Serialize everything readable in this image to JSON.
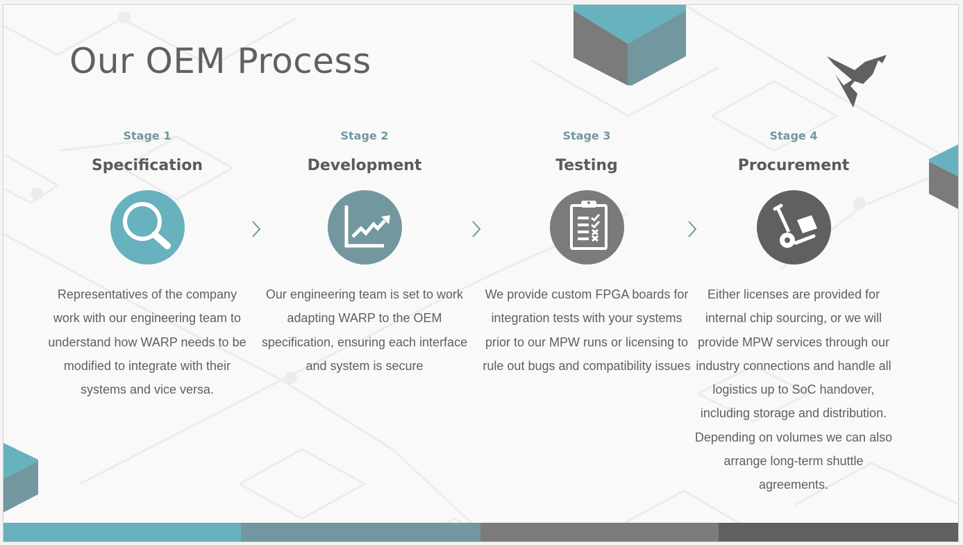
{
  "slide": {
    "title": "Our OEM Process",
    "logo": "dragon-logo-icon"
  },
  "stages": [
    {
      "label": "Stage 1",
      "name": "Specification",
      "icon": "magnifying-glass-icon",
      "color": "#68b1bf",
      "description": "Representatives of the company work with our engineering team to understand how WARP needs to be modified to integrate with their systems and vice versa."
    },
    {
      "label": "Stage 2",
      "name": "Development",
      "icon": "growth-chart-icon",
      "color": "#72979f",
      "description": "Our engineering team is set to work adapting WARP to the OEM specification, ensuring each interface and system is secure"
    },
    {
      "label": "Stage 3",
      "name": "Testing",
      "icon": "clipboard-checklist-icon",
      "color": "#7b7b7b",
      "description": "We provide custom FPGA boards for integration tests with your systems prior to our MPW runs or licensing to rule out bugs and compatibility issues"
    },
    {
      "label": "Stage 4",
      "name": "Procurement",
      "icon": "hand-truck-icon",
      "color": "#606060",
      "description": "Either licenses are provided for internal chip sourcing, or we will provide MPW services through our industry connections and handle all logistics up to SoC handover, including storage and distribution. Depending on volumes we can also arrange long-term shuttle agreements."
    }
  ],
  "arrows": [
    "chevron-right-icon",
    "chevron-right-icon",
    "chevron-right-icon"
  ],
  "colors": {
    "teal": "#68b1bf",
    "slate_teal": "#72979f",
    "gray": "#7b7b7b",
    "dark_gray": "#606060",
    "stage_label": "#72979f",
    "heading": "#5a5a5a"
  }
}
